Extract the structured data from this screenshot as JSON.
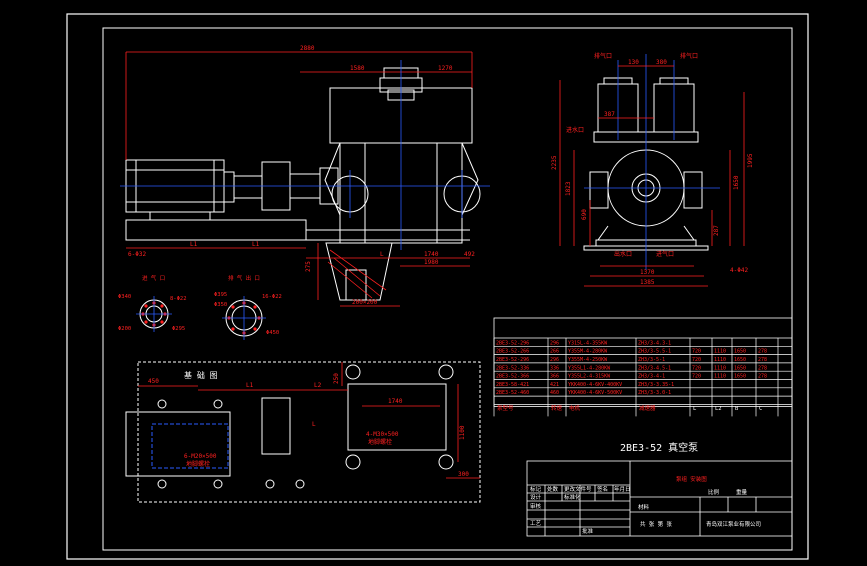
{
  "colors": {
    "background": "#000000",
    "border": "#ffffff",
    "geometry": "#ffffff",
    "dimension": "#ff2020",
    "table_text": "#ff2020",
    "centerline": "#2a5cff",
    "section": "#ff2020"
  },
  "drawing_title": "2BE3-52 真空泵",
  "views": {
    "front_total_len": "2880",
    "front_dims": [
      "1580",
      "1270",
      "1740",
      "1980",
      "492",
      "275"
    ],
    "front_labels": [
      "L1",
      "L1",
      "L",
      "6-Φ32"
    ],
    "base_dim": "200×200",
    "side_top_dims": [
      "130",
      "380",
      "387"
    ],
    "side_heights": [
      "2235",
      "1823",
      "1995",
      "1650",
      "690",
      "287"
    ],
    "side_bottom_dims": [
      "1370",
      "1385",
      "4-Φ42"
    ],
    "side_labels": [
      "排气口",
      "排气口",
      "进水口",
      "出水口",
      "进气口"
    ],
    "flange_a_title": "进 气 口",
    "flange_a_dims": [
      "Φ340",
      "Φ295",
      "Φ200",
      "8-Φ22"
    ],
    "flange_b_title": "排 气 出 口",
    "flange_b_dims": [
      "Φ395",
      "Φ350",
      "Φ450",
      "16-Φ22"
    ]
  },
  "foundation": {
    "title": "基 础 图",
    "dims": [
      "450",
      "L1",
      "L2",
      "1740",
      "1100",
      "300",
      "250",
      "L"
    ],
    "labels": [
      "4-M30×500",
      "6-M20×500",
      "地脚螺栓",
      "地脚螺栓"
    ]
  },
  "spec_table": {
    "rows": [
      [
        "2BE3-52-296",
        "296",
        "Y315L-4-355KW",
        "ZH3/3-4.3-1",
        "",
        "",
        "",
        ""
      ],
      [
        "2BE3-52-266",
        "266",
        "Y355M-4-280KW",
        "ZH3/3-5.5-1",
        "720",
        "1110",
        "1650",
        "278"
      ],
      [
        "2BE3-52-296",
        "296",
        "Y355M-4-250KW",
        "ZH3/3-5-1",
        "720",
        "1110",
        "1650",
        "278"
      ],
      [
        "2BE3-52-336",
        "336",
        "Y355L1-4-280KW",
        "ZH3/3-4.5-1",
        "720",
        "1110",
        "1650",
        "278"
      ],
      [
        "2BE3-52-366",
        "366",
        "Y355L2-4-315KW",
        "ZH3/3-4-1",
        "720",
        "1110",
        "1650",
        "278"
      ],
      [
        "2BE3-58-421",
        "421",
        "YKK400-4-6KV-400KV",
        "ZH3/3-3.35-1",
        "",
        "",
        "",
        ""
      ],
      [
        "2BE3-52-460",
        "460",
        "YKK400-4-6KV-500KV",
        "ZH3/3-3.0-1",
        "",
        "",
        "",
        ""
      ]
    ],
    "footer": [
      "泵型号",
      "转速",
      "电机",
      "减速器",
      "L",
      "L2",
      "B",
      "C"
    ]
  },
  "title_block": {
    "title": "泵组 安装图",
    "material_label": "材料",
    "scale_label": "比例",
    "weight_label": "重量",
    "sheet_label": "共 张 第 张",
    "company": "青岛双江泵业有限公司",
    "row_labels": [
      "标记",
      "处数",
      "更改文件号",
      "签名",
      "年月日"
    ],
    "people": [
      "设计",
      "审核",
      "工艺",
      "标准化",
      "批准"
    ]
  }
}
